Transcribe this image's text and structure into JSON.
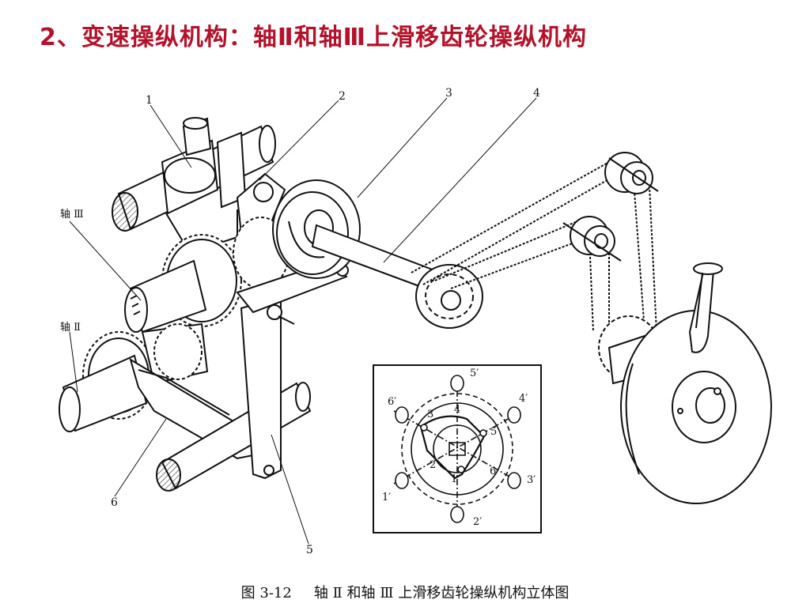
{
  "slide": {
    "title": "2、变速操纵机构：轴Ⅱ和轴Ⅲ上滑移齿轮操纵机构"
  },
  "figure": {
    "labels": {
      "part1": "1",
      "part2": "2",
      "part3": "3",
      "part4": "4",
      "part5": "5",
      "part6": "6",
      "shaft3": "轴 Ⅲ",
      "shaft2": "轴 Ⅱ"
    },
    "inset": {
      "labels": {
        "p1": "1",
        "p2": "2",
        "p3": "3",
        "p4": "4",
        "p5": "5",
        "p6": "6",
        "p1p": "1′",
        "p2p": "2′",
        "p3p": "3′",
        "p4p": "4′",
        "p5p": "5′",
        "p6p": "6′"
      }
    },
    "caption": {
      "number": "图 3-12",
      "text": "轴 Ⅱ 和轴 Ⅲ 上滑移齿轮操纵机构立体图"
    }
  },
  "colors": {
    "title": "#b3122a",
    "line": "#111111"
  }
}
